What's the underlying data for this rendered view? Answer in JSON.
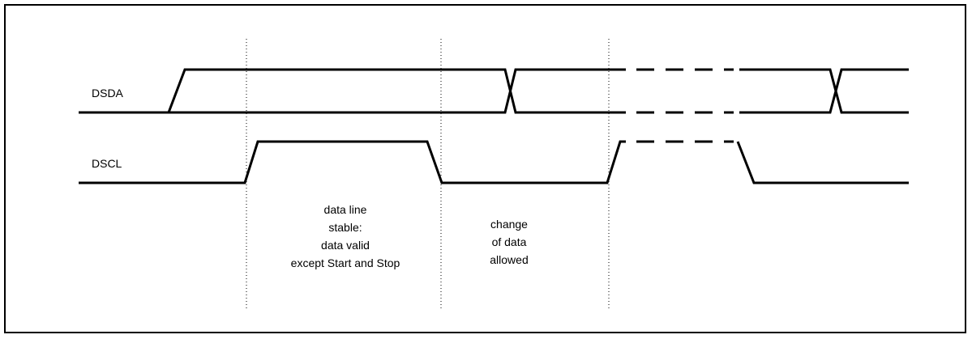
{
  "signals": {
    "sda": {
      "label": "DSDA"
    },
    "scl": {
      "label": "DSCL"
    }
  },
  "notes": {
    "stable": [
      "data line",
      "stable:",
      "data valid",
      "except Start and Stop"
    ],
    "change": [
      "change",
      "of data",
      "allowed"
    ]
  },
  "colors": {
    "line": "#000000",
    "background": "#ffffff"
  }
}
